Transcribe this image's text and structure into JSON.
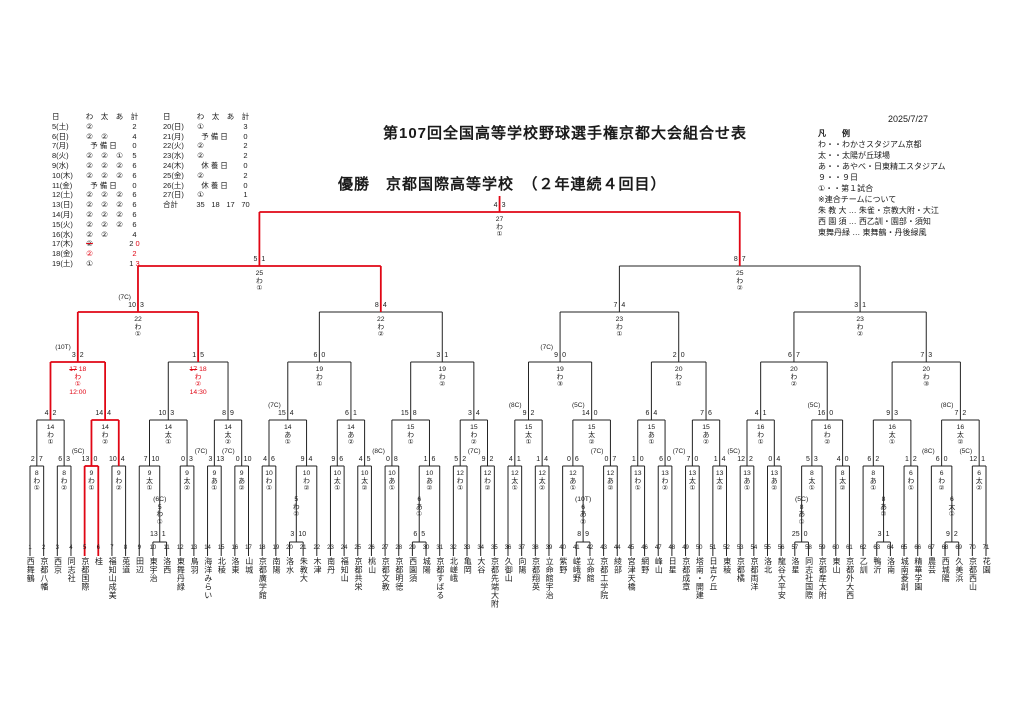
{
  "meta": {
    "printed_date": "2025/7/27",
    "title": "第107回全国高等学校野球選手権京都大会組合せ表",
    "champion_line": "優勝　京都国際高等学校　（２年連続４回目）"
  },
  "legend": {
    "heading": "凡　例",
    "lines": [
      "わ・・わかさスタジアム京都",
      "太・・太陽が丘球場",
      "あ・・あやべ・日東精工スタジアム",
      "９・・９日",
      "①・・第１試合"
    ],
    "combined_heading": "※連合チームについて",
    "combined_lines": [
      "朱 教 大 … 朱雀・京教大附・大江",
      "西 園 須 … 西乙訓・園部・須知",
      "東舞丹緑 … 東舞鶴・丹後緑風"
    ]
  },
  "schedule": {
    "headers": [
      "日",
      "わ",
      "太",
      "あ",
      "計"
    ],
    "left_rows": [
      {
        "day": "5(土)",
        "w": "②",
        "t": "",
        "a": "",
        "total": "2"
      },
      {
        "day": "6(日)",
        "w": "②",
        "t": "②",
        "a": "",
        "total": "4"
      },
      {
        "day": "7(月)",
        "span": "予備日",
        "total": "0"
      },
      {
        "day": "8(火)",
        "w": "②",
        "t": "②",
        "a": "①",
        "total": "5"
      },
      {
        "day": "9(水)",
        "w": "②",
        "t": "②",
        "a": "②",
        "total": "6"
      },
      {
        "day": "10(木)",
        "w": "②",
        "t": "②",
        "a": "②",
        "total": "6"
      },
      {
        "day": "11(金)",
        "span": "予備日",
        "total": "0"
      },
      {
        "day": "12(土)",
        "w": "②",
        "t": "②",
        "a": "②",
        "total": "6"
      },
      {
        "day": "13(日)",
        "w": "②",
        "t": "②",
        "a": "②",
        "total": "6"
      },
      {
        "day": "14(月)",
        "w": "②",
        "t": "②",
        "a": "②",
        "total": "6"
      },
      {
        "day": "15(火)",
        "w": "②",
        "t": "②",
        "a": "②",
        "total": "6"
      },
      {
        "day": "16(水)",
        "w": "②",
        "t": "②",
        "a": "",
        "total": "4"
      },
      {
        "day": "17(木)",
        "w": "②",
        "strike_w": true,
        "t": "",
        "a": "",
        "total": "2",
        "red_total": "0"
      },
      {
        "day": "18(金)",
        "w": "②",
        "red_w": true,
        "t": "",
        "a": "",
        "total": "",
        "red_total": "2"
      },
      {
        "day": "19(土)",
        "w": "①",
        "t": "",
        "a": "",
        "total": "1",
        "red_total": "3"
      }
    ],
    "right_rows": [
      {
        "day": "20(日)",
        "w": "①",
        "t": "",
        "a": "",
        "total": "3"
      },
      {
        "day": "21(月)",
        "span": "予備日",
        "total": "0"
      },
      {
        "day": "22(火)",
        "w": "②",
        "t": "",
        "a": "",
        "total": "2"
      },
      {
        "day": "23(水)",
        "w": "②",
        "t": "",
        "a": "",
        "total": "2"
      },
      {
        "day": "24(木)",
        "span": "休養日",
        "total": "0"
      },
      {
        "day": "25(金)",
        "w": "②",
        "t": "",
        "a": "",
        "total": "2"
      },
      {
        "day": "26(土)",
        "span": "休養日",
        "total": "0"
      },
      {
        "day": "27(日)",
        "w": "①",
        "t": "",
        "a": "",
        "total": "1"
      },
      {
        "day": "合計",
        "w": "35",
        "t": "18",
        "a": "17",
        "total": "70",
        "is_total": true
      }
    ]
  },
  "teams": [
    "西舞鶴",
    "京都八幡",
    "西京",
    "同志社",
    "京都国際",
    "桂",
    "福知山成美",
    "莵道",
    "田辺",
    "東宇治",
    "洛西",
    "東舞丹緑",
    "鳥羽",
    "海洋みらい",
    "北稜",
    "洛東",
    "山城",
    "京都廣学館",
    "南陽",
    "洛水",
    "朱教大",
    "木津",
    "南丹",
    "福知山",
    "京都共栄",
    "桃山",
    "京都文教",
    "京都明徳",
    "西園須",
    "城陽",
    "京都すばる",
    "北嵯峨",
    "亀岡",
    "大谷",
    "京都先端大附",
    "久御山",
    "向陽",
    "京都翔英",
    "立命館宇治",
    "紫野",
    "嵯峨野",
    "立命館",
    "京都工学院",
    "綾部",
    "宮津天橋",
    "網野",
    "峰山",
    "日星",
    "京都成章",
    "塔南・開建",
    "日吉ケ丘",
    "東稜",
    "京都橘",
    "京都両洋",
    "洛北",
    "龍谷大平安",
    "洛星",
    "同志社国際",
    "京都産大附",
    "東山",
    "京都外大西",
    "乙訓",
    "鴨沂",
    "洛南",
    "城南菱創",
    "精華学園",
    "農芸",
    "西城陽",
    "久美浜",
    "京都西山",
    "花園"
  ],
  "bracket": {
    "champion_team": "京都国際",
    "playins": [
      {
        "slot": 10,
        "s": [
          13,
          1
        ],
        "n": "(6C)",
        "d": "5",
        "v": "わ",
        "g": "①"
      },
      {
        "slot": 19,
        "s": [
          3,
          10
        ],
        "d": "5",
        "v": "わ",
        "g": "②"
      },
      {
        "slot": 27,
        "s": [
          6,
          5
        ],
        "d": "6",
        "v": "あ",
        "g": "①"
      },
      {
        "slot": 38,
        "s": [
          8,
          9
        ],
        "n": "(10T)",
        "d": "6",
        "v": "あ",
        "g": "②"
      },
      {
        "slot": 53,
        "s": [
          25,
          0
        ],
        "n": "(5C)",
        "d": "8",
        "v": "あ",
        "g": "①"
      },
      {
        "slot": 58,
        "s": [
          3,
          1
        ],
        "d": "8",
        "v": "あ",
        "g": "②"
      },
      {
        "slot": 62,
        "s": [
          9,
          2
        ],
        "d": "6",
        "v": "太",
        "g": "①"
      }
    ],
    "rounds": [
      {
        "level": "2回戦",
        "games": [
          {
            "s": [
              2,
              7
            ],
            "d": "8",
            "v": "わ",
            "g": "①"
          },
          {
            "s": [
              6,
              3
            ],
            "d": "8",
            "v": "わ",
            "g": "②"
          },
          {
            "s": [
              13,
              0
            ],
            "n": "(5C)",
            "d": "9",
            "v": "わ",
            "g": "①"
          },
          {
            "s": [
              10,
              4
            ],
            "d": "9",
            "v": "わ",
            "g": "②"
          },
          {
            "s": [
              7,
              10
            ],
            "d": "9",
            "v": "太",
            "g": "①"
          },
          {
            "s": [
              0,
              3
            ],
            "d": "9",
            "v": "太",
            "g": "②"
          },
          {
            "s": [
              3,
              13
            ],
            "n": "(7C)",
            "d": "9",
            "v": "あ",
            "g": "①"
          },
          {
            "s": [
              0,
              10
            ],
            "n": "(7C)",
            "d": "9",
            "v": "あ",
            "g": "②"
          },
          {
            "s": [
              4,
              6
            ],
            "d": "10",
            "v": "わ",
            "g": "①"
          },
          {
            "s": [
              9,
              4
            ],
            "d": "10",
            "v": "わ",
            "g": "②"
          },
          {
            "s": [
              9,
              6
            ],
            "d": "10",
            "v": "太",
            "g": "①"
          },
          {
            "s": [
              4,
              5
            ],
            "d": "10",
            "v": "太",
            "g": "②"
          },
          {
            "s": [
              0,
              8
            ],
            "n": "(8C)",
            "d": "10",
            "v": "あ",
            "g": "①"
          },
          {
            "s": [
              1,
              6
            ],
            "d": "10",
            "v": "あ",
            "g": "②"
          },
          {
            "s": [
              5,
              2
            ],
            "d": "12",
            "v": "わ",
            "g": "①"
          },
          {
            "s": [
              9,
              2
            ],
            "n": "(7C)",
            "d": "12",
            "v": "わ",
            "g": "②"
          },
          {
            "s": [
              4,
              1
            ],
            "d": "12",
            "v": "太",
            "g": "①"
          },
          {
            "s": [
              1,
              4
            ],
            "d": "12",
            "v": "太",
            "g": "②"
          },
          {
            "s": [
              0,
              6
            ],
            "d": "12",
            "v": "あ",
            "g": "①"
          },
          {
            "s": [
              0,
              7
            ],
            "n": "(7C)",
            "d": "12",
            "v": "あ",
            "g": "②"
          },
          {
            "s": [
              1,
              0
            ],
            "d": "13",
            "v": "わ",
            "g": "①"
          },
          {
            "s": [
              6,
              0
            ],
            "d": "13",
            "v": "わ",
            "g": "②"
          },
          {
            "s": [
              7,
              0
            ],
            "n": "(7C)",
            "d": "13",
            "v": "太",
            "g": "①"
          },
          {
            "s": [
              1,
              4
            ],
            "d": "13",
            "v": "太",
            "g": "②"
          },
          {
            "s": [
              12,
              2
            ],
            "n": "(5C)",
            "d": "13",
            "v": "あ",
            "g": "①"
          },
          {
            "s": [
              0,
              4
            ],
            "d": "13",
            "v": "あ",
            "g": "②"
          },
          {
            "s": [
              5,
              3
            ],
            "d": "8",
            "v": "太",
            "g": "①"
          },
          {
            "s": [
              4,
              0
            ],
            "d": "8",
            "v": "太",
            "g": "②"
          },
          {
            "s": [
              6,
              2
            ],
            "d": "8",
            "v": "あ",
            "g": "①"
          },
          {
            "s": [
              1,
              2
            ],
            "d": "6",
            "v": "わ",
            "g": "①"
          },
          {
            "s": [
              6,
              0
            ],
            "n": "(8C)",
            "d": "6",
            "v": "わ",
            "g": "②"
          },
          {
            "s": [
              12,
              1
            ],
            "n": "(5C)",
            "d": "6",
            "v": "太",
            "g": "②"
          }
        ]
      },
      {
        "level": "3回戦",
        "games": [
          {
            "s": [
              4,
              2
            ],
            "d": "14",
            "v": "わ",
            "g": "①"
          },
          {
            "s": [
              14,
              4
            ],
            "d": "14",
            "v": "わ",
            "g": "②"
          },
          {
            "s": [
              10,
              3
            ],
            "d": "14",
            "v": "太",
            "g": "①"
          },
          {
            "s": [
              8,
              9
            ],
            "d": "14",
            "v": "太",
            "g": "②"
          },
          {
            "s": [
              15,
              4
            ],
            "n": "(7C)",
            "d": "14",
            "v": "あ",
            "g": "①"
          },
          {
            "s": [
              6,
              1
            ],
            "d": "14",
            "v": "あ",
            "g": "②"
          },
          {
            "s": [
              15,
              8
            ],
            "d": "15",
            "v": "わ",
            "g": "①"
          },
          {
            "s": [
              3,
              4
            ],
            "d": "15",
            "v": "わ",
            "g": "②"
          },
          {
            "s": [
              9,
              2
            ],
            "n": "(8C)",
            "d": "15",
            "v": "太",
            "g": "①"
          },
          {
            "s": [
              14,
              0
            ],
            "n": "(5C)",
            "d": "15",
            "v": "太",
            "g": "②"
          },
          {
            "s": [
              6,
              4
            ],
            "d": "15",
            "v": "あ",
            "g": "①"
          },
          {
            "s": [
              7,
              6
            ],
            "d": "15",
            "v": "あ",
            "g": "②"
          },
          {
            "s": [
              4,
              1
            ],
            "d": "16",
            "v": "わ",
            "g": "①"
          },
          {
            "s": [
              16,
              0
            ],
            "n": "(5C)",
            "d": "16",
            "v": "わ",
            "g": "②"
          },
          {
            "s": [
              9,
              3
            ],
            "d": "16",
            "v": "太",
            "g": "①"
          },
          {
            "s": [
              7,
              2
            ],
            "n": "(8C)",
            "d": "16",
            "v": "太",
            "g": "②"
          }
        ]
      },
      {
        "level": "4回戦",
        "games": [
          {
            "s": [
              3,
              2
            ],
            "n": "(10T)",
            "strike": "17",
            "d": "18",
            "v": "わ",
            "g": "①",
            "time": "12:00",
            "redann": true
          },
          {
            "s": [
              1,
              5
            ],
            "strike": "17",
            "d": "18",
            "v": "わ",
            "g": "②",
            "time": "14:30",
            "redann": true
          },
          {
            "s": [
              6,
              0
            ],
            "d": "19",
            "v": "わ",
            "g": "①"
          },
          {
            "s": [
              3,
              1
            ],
            "d": "19",
            "v": "わ",
            "g": "②"
          },
          {
            "s": [
              9,
              0
            ],
            "n": "(7C)",
            "d": "19",
            "v": "わ",
            "g": "③"
          },
          {
            "s": [
              2,
              0
            ],
            "d": "20",
            "v": "わ",
            "g": "①"
          },
          {
            "s": [
              6,
              7
            ],
            "d": "20",
            "v": "わ",
            "g": "②"
          },
          {
            "s": [
              7,
              3
            ],
            "d": "20",
            "v": "わ",
            "g": "③"
          }
        ]
      },
      {
        "level": "準々決勝",
        "games": [
          {
            "s": [
              10,
              3
            ],
            "n": "(7C)",
            "d": "22",
            "v": "わ",
            "g": "①"
          },
          {
            "s": [
              8,
              4
            ],
            "d": "22",
            "v": "わ",
            "g": "②"
          },
          {
            "s": [
              7,
              4
            ],
            "d": "23",
            "v": "わ",
            "g": "①"
          },
          {
            "s": [
              3,
              1
            ],
            "d": "23",
            "v": "わ",
            "g": "②"
          }
        ]
      },
      {
        "level": "準決勝",
        "games": [
          {
            "s": [
              5,
              1
            ],
            "d": "25",
            "v": "わ",
            "g": "①"
          },
          {
            "s": [
              8,
              7
            ],
            "d": "25",
            "v": "わ",
            "g": "②"
          }
        ]
      },
      {
        "level": "決勝",
        "games": [
          {
            "s": [
              4,
              3
            ],
            "d": "27",
            "v": "わ",
            "g": "①"
          }
        ]
      }
    ]
  }
}
